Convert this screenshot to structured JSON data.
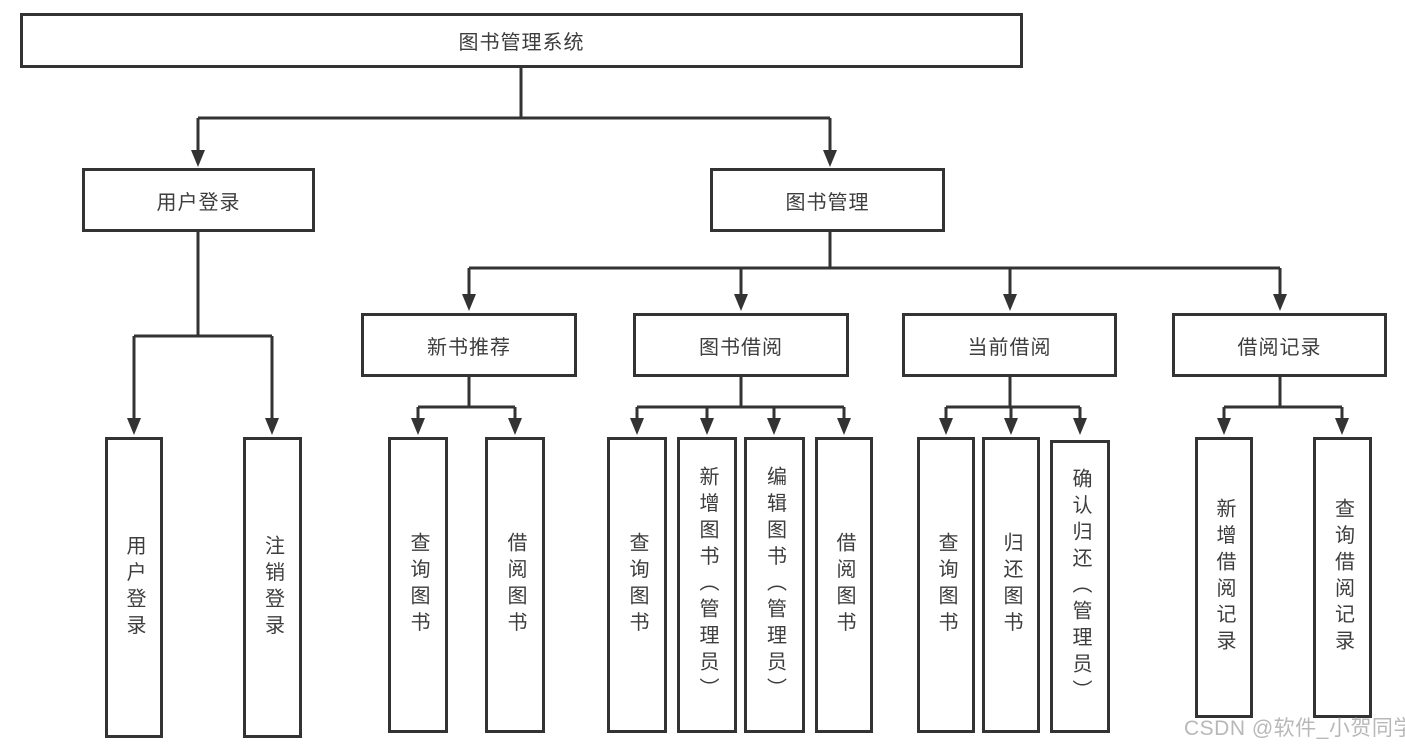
{
  "tree": {
    "label": "图书管理系统",
    "children": [
      {
        "label": "用户登录",
        "children": [
          {
            "label": "用户登录"
          },
          {
            "label": "注销登录"
          }
        ]
      },
      {
        "label": "图书管理",
        "children": [
          {
            "label": "新书推荐",
            "children": [
              {
                "label": "查询图书"
              },
              {
                "label": "借阅图书"
              }
            ]
          },
          {
            "label": "图书借阅",
            "children": [
              {
                "label": "查询图书"
              },
              {
                "label": "新增图书（管理员）"
              },
              {
                "label": "编辑图书（管理员）"
              },
              {
                "label": "借阅图书"
              }
            ]
          },
          {
            "label": "当前借阅",
            "children": [
              {
                "label": "查询图书"
              },
              {
                "label": "归还图书"
              },
              {
                "label": "确认归还（管理员）"
              }
            ]
          },
          {
            "label": "借阅记录",
            "children": [
              {
                "label": "新增借阅记录"
              },
              {
                "label": "查询借阅记录"
              }
            ]
          }
        ]
      }
    ]
  },
  "watermark": {
    "text": "CSDN @软件_小贺同学"
  },
  "colors": {
    "line": "#333333",
    "box_border": "#333333",
    "text": "#3d3d3d",
    "background": "#ffffff",
    "watermark": "#8c8c8c"
  }
}
